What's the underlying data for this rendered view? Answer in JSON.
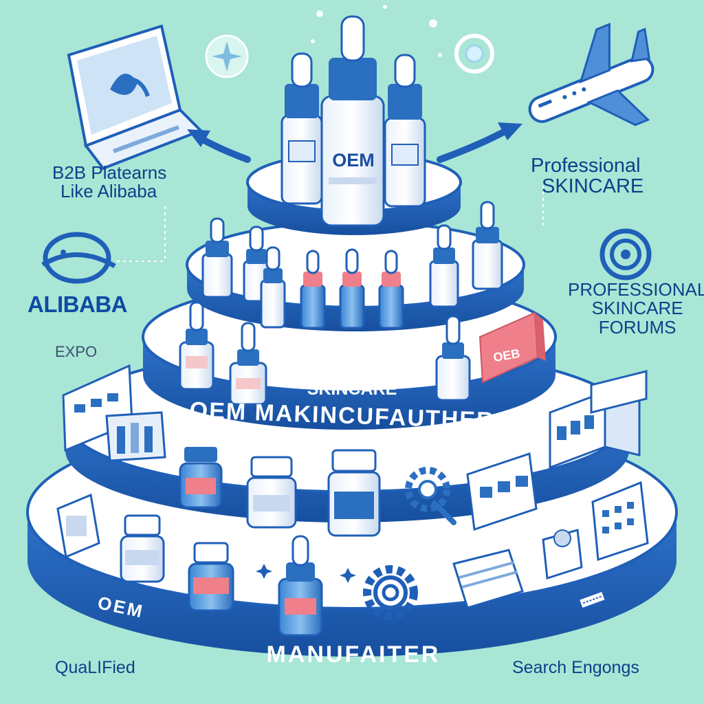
{
  "labels": {
    "b2b_line1": "B2B Platearns",
    "b2b_line2": "Like Alibaba",
    "professional_line1": "Professional",
    "professional_line2": "SKINCARE",
    "forums_line1": "PROFESSIONAL",
    "forums_line2": "SKINCARE",
    "forums_line3": "FORUMS",
    "alibaba": "ALIBABA",
    "expo": "EXPO",
    "qualified": "QuaLIFied",
    "search": "Search Engongs"
  },
  "tiers": {
    "middle_line1": "OEM",
    "middle_line2": "SKINCARE",
    "manufacturers": "OEM MAKINCUFAUTHERS",
    "bottom_left": "OEM",
    "bottom_center": "MANUFAITER"
  },
  "product_labels": {
    "top_bottle": "OEM",
    "pink_box": "OEB"
  },
  "colors": {
    "background": "#a9e6d6",
    "tier_blue": "#1f5fb8",
    "tier_top": "#ffffff",
    "text_navy": "#0d3f8a",
    "accent_pink": "#ef7f8a"
  },
  "icons": {
    "laptop": "laptop-icon",
    "airplane": "airplane-icon",
    "ring_logo": "alibaba-ring-logo-icon",
    "forum_ring": "forum-ring-icon",
    "gear": "gear-icon",
    "arrows": "curved-arrow-icon"
  }
}
